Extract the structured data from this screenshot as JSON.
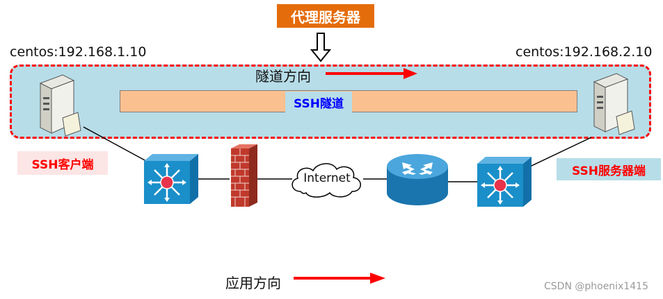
{
  "title": "代理服务器",
  "client_host": "centos:192.168.1.10",
  "server_host": "centos:192.168.2.10",
  "tunnel_direction": "隧道方向",
  "tunnel_label": "SSH隧道",
  "client_role": "SSH客户端",
  "server_role": "SSH服务器端",
  "internet_label": "Internet",
  "app_direction": "应用方向",
  "watermark": "CSDN @phoenix1415",
  "colors": {
    "title_bg": "#e46c0a",
    "tunnel_area": "#b7dde8",
    "tunnel_border": "#ff0000",
    "tunnel_bar": "#fac090",
    "arrow": "#ff0000",
    "switch": "#1a8fc9",
    "router": "#2a8fc8",
    "firewall": "#c0392b"
  },
  "icons": [
    "down-arrow-icon",
    "server-icon",
    "switch-icon",
    "firewall-icon",
    "cloud-icon",
    "router-icon"
  ]
}
